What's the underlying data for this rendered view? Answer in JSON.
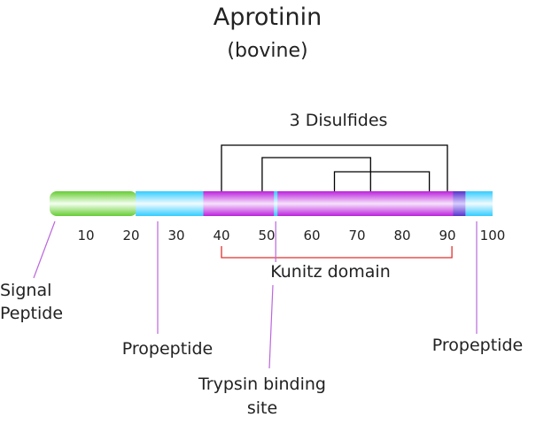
{
  "title": "Aprotinin",
  "subtitle": "(bovine)",
  "disulfides_label": "3 Disulfides",
  "axis_ticks": [
    "10",
    "20",
    "30",
    "40",
    "50",
    "60",
    "70",
    "80",
    "90",
    "100"
  ],
  "axis_tick_values": [
    10,
    20,
    30,
    40,
    50,
    60,
    70,
    80,
    90,
    100
  ],
  "segments": [
    {
      "name": "signal-peptide-segment",
      "start": 1,
      "end": 21,
      "color": "#66cc33"
    },
    {
      "name": "propeptide-1-segment",
      "start": 21,
      "end": 36,
      "color": "#33ccff"
    },
    {
      "name": "mature-chain-segment",
      "start": 36,
      "end": 94,
      "color": "#bb22dd"
    },
    {
      "name": "propeptide-2-segment",
      "start": 94,
      "end": 100,
      "color": "#33ccff"
    }
  ],
  "kunitz_domain": {
    "label": "Kunitz domain",
    "start": 40,
    "end": 91,
    "color": "#e03030"
  },
  "disulfide_bonds": [
    {
      "a": 40,
      "b": 90
    },
    {
      "a": 49,
      "b": 73
    },
    {
      "a": 65,
      "b": 86
    }
  ],
  "trypsin_site_residue": 52,
  "annotations": {
    "signal_peptide": [
      "Signal",
      "Peptide"
    ],
    "propeptide_left": "Propeptide",
    "propeptide_right": "Propeptide",
    "trypsin_site": [
      "Trypsin binding",
      "site"
    ]
  },
  "colors": {
    "leader_line": "#bb66dd",
    "bond_line": "#000000",
    "text": "#222222"
  }
}
